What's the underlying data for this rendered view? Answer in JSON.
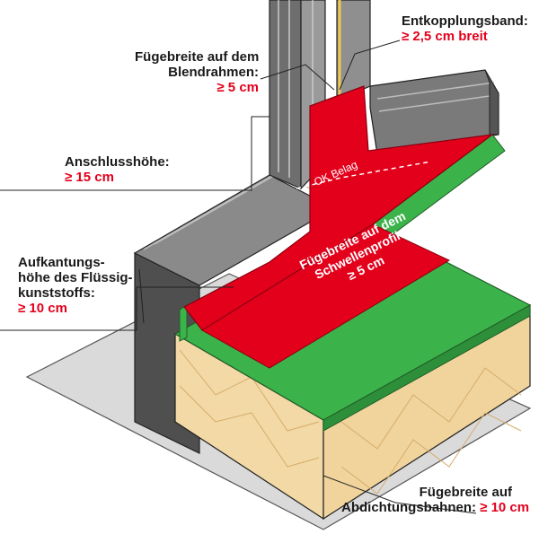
{
  "labels": {
    "decoupling_band": {
      "title": "Entkopplungsband:",
      "value": "≥ 2,5 cm breit"
    },
    "frame_joint": {
      "line1": "Fügebreite auf dem",
      "line2": "Blendrahmen:",
      "value": "≥ 5 cm"
    },
    "connection_height": {
      "title": "Anschlusshöhe:",
      "value": "≥ 15 cm"
    },
    "upstand_height": {
      "line1": "Aufkantungs-",
      "line2": "höhe des Flüssig-",
      "line3": "kunststoffs:",
      "value": "≥ 10 cm"
    },
    "sill_joint": {
      "line1": "Fügebreite auf dem",
      "line2": "Schwellenprofil:",
      "value": "≥ 5 cm"
    },
    "ok_belag": "OK Belag",
    "membrane_joint": {
      "line1": "Fügebreite auf",
      "line2": "Abdichtungsbahnen:",
      "value": "≥ 10 cm"
    }
  },
  "colors": {
    "liquid_plastic": "#e3001b",
    "membrane": "#3cb34a",
    "insulation": "#f3d9a6",
    "wall": "#5a5a5a",
    "frame": "#8c8c8c",
    "base": "#d9d9d9"
  }
}
